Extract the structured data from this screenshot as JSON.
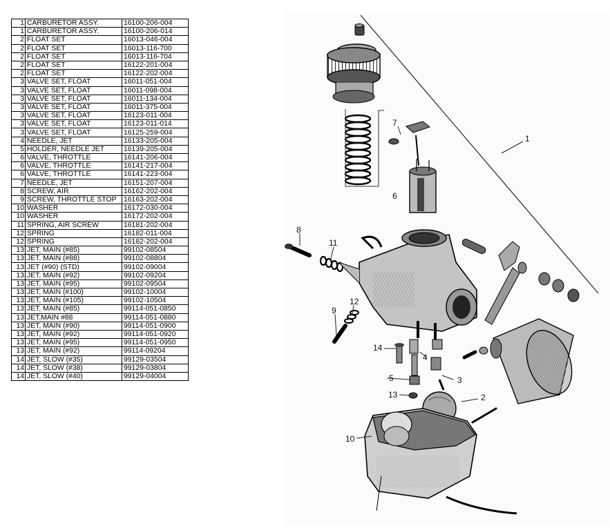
{
  "parts": [
    {
      "ref": "1",
      "description": "CARBURETOR ASSY.",
      "part_number": "16100-206-004"
    },
    {
      "ref": "1",
      "description": "CARBURETOR ASSY.",
      "part_number": "16100-206-014"
    },
    {
      "ref": "2",
      "description": "FLOAT SET",
      "part_number": "16013-046-004"
    },
    {
      "ref": "2",
      "description": "FLOAT SET",
      "part_number": "16013-116-700"
    },
    {
      "ref": "2",
      "description": "FLOAT SET",
      "part_number": "16013-116-704"
    },
    {
      "ref": "2",
      "description": "FLOAT SET",
      "part_number": "16122-201-004"
    },
    {
      "ref": "2",
      "description": "FLOAT SET",
      "part_number": "16122-202-004"
    },
    {
      "ref": "3",
      "description": "VALVE SET, FLOAT",
      "part_number": "16011-051-004"
    },
    {
      "ref": "3",
      "description": "VALVE SET, FLOAT",
      "part_number": "16011-098-004"
    },
    {
      "ref": "3",
      "description": "VALVE SET, FLOAT",
      "part_number": "16011-134-004"
    },
    {
      "ref": "3",
      "description": "VALVE SET, FLOAT",
      "part_number": "16011-375-004"
    },
    {
      "ref": "3",
      "description": "VALVE SET, FLOAT",
      "part_number": "16123-011-004"
    },
    {
      "ref": "3",
      "description": "VALVE SET, FLOAT",
      "part_number": "16123-011-014"
    },
    {
      "ref": "3",
      "description": "VALVE SET, FLOAT",
      "part_number": "16125-259-004"
    },
    {
      "ref": "4",
      "description": "NEEDLE, JET",
      "part_number": "16133-205-004"
    },
    {
      "ref": "5",
      "description": "HOLDER, NEEDLE JET",
      "part_number": "16139-205-004"
    },
    {
      "ref": "6",
      "description": "VALVE, THROTTLE",
      "part_number": "16141-206-004"
    },
    {
      "ref": "6",
      "description": "VALVE, THROTTLE",
      "part_number": "16141-217-004"
    },
    {
      "ref": "6",
      "description": "VALVE, THROTTLE",
      "part_number": "16141-223-004"
    },
    {
      "ref": "7",
      "description": "NEEDLE, JET",
      "part_number": "16151-207-004"
    },
    {
      "ref": "8",
      "description": "SCREW, AIR",
      "part_number": "16162-202-004"
    },
    {
      "ref": "9",
      "description": "SCREW, THROTTLE STOP",
      "part_number": "16163-202-004"
    },
    {
      "ref": "10",
      "description": "WASHER",
      "part_number": "16172-030-004"
    },
    {
      "ref": "10",
      "description": "WASHER",
      "part_number": "16172-202-004"
    },
    {
      "ref": "11",
      "description": "SPRING, AIR SCREW",
      "part_number": "16181-202-004"
    },
    {
      "ref": "12",
      "description": "SPRING",
      "part_number": "16182-011-004"
    },
    {
      "ref": "12",
      "description": "SPRING",
      "part_number": "16182-202-004"
    },
    {
      "ref": "13",
      "description": "JET, MAIN (#85)",
      "part_number": "99102-08504"
    },
    {
      "ref": "13",
      "description": "JET, MAIN (#88)",
      "part_number": "99102-08804"
    },
    {
      "ref": "13",
      "description": "JET (#90) (STD)",
      "part_number": "99102-09004"
    },
    {
      "ref": "13",
      "description": "JET, MAIN (#92)",
      "part_number": "99102-09204"
    },
    {
      "ref": "13",
      "description": "JET, MAIN (#95)",
      "part_number": "99102-09504"
    },
    {
      "ref": "13",
      "description": "JET, MAIN (#100)",
      "part_number": "99102-10004"
    },
    {
      "ref": "13",
      "description": "JET, MAIN (#105)",
      "part_number": "99102-10504"
    },
    {
      "ref": "13",
      "description": "JET, MAIN (#85)",
      "part_number": "99114-051-0850"
    },
    {
      "ref": "13",
      "description": "JET,MAIN #88",
      "part_number": "99114-051-0880"
    },
    {
      "ref": "13",
      "description": "JET, MAIN (#90)",
      "part_number": "99114-051-0900"
    },
    {
      "ref": "13",
      "description": "JET, MAIN (#92)",
      "part_number": "99114-051-0920"
    },
    {
      "ref": "13",
      "description": "JET, MAIN (#95)",
      "part_number": "99114-051-0950"
    },
    {
      "ref": "13",
      "description": "JET, MAIN (#92)",
      "part_number": "99114-09204"
    },
    {
      "ref": "14",
      "description": "JET, SLOW (#35)",
      "part_number": "99129-03504"
    },
    {
      "ref": "14",
      "description": "JET, SLOW (#38)",
      "part_number": "99129-03804"
    },
    {
      "ref": "14",
      "description": "JET, SLOW (#40)",
      "part_number": "99129-04004"
    }
  ],
  "diagram": {
    "callouts": {
      "c1": "1",
      "c2": "2",
      "c3": "3",
      "c4": "4",
      "c5": "5",
      "c6": "6",
      "c7": "7",
      "c8": "8",
      "c9": "9",
      "c10": "10",
      "c11": "11",
      "c12": "12",
      "c13": "13",
      "c14": "14"
    }
  }
}
